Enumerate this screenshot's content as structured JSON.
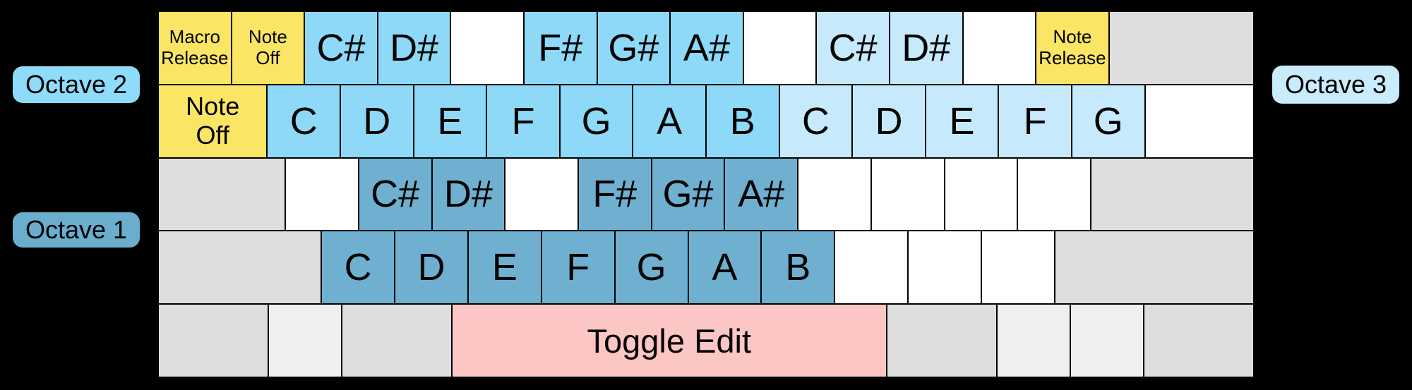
{
  "colors": {
    "background": "#000000",
    "key_border": "#000000",
    "text": "#000000",
    "macro_yellow": "#fbe564",
    "octave1_blue": "#6fb0d0",
    "octave2_blue": "#8dd9f7",
    "octave3_blue": "#c6eafb",
    "edit_pink": "#fcc6c5",
    "unused_gray": "#dedede",
    "unused_light_gray": "#efefef",
    "unmapped_white": "#ffffff",
    "octave1_label_bg": "#6aadcd",
    "octave2_label_bg": "#8edcf9",
    "octave3_label_bg": "#c9ecfc"
  },
  "labels": {
    "octave1": "Octave 1",
    "octave2": "Octave 2",
    "octave3": "Octave 3"
  },
  "keyboard": {
    "rows": [
      {
        "keys": [
          {
            "name": "key-macro-release",
            "label": "Macro\nRelease",
            "type": "macro",
            "w": 1,
            "fs": "small"
          },
          {
            "name": "key-note-off",
            "label": "Note\nOff",
            "type": "macro",
            "w": 1,
            "fs": "small"
          },
          {
            "name": "key-note-csharp-oct2",
            "label": "C#",
            "type": "oct2",
            "w": 1,
            "fs": "large"
          },
          {
            "name": "key-note-dsharp-oct2",
            "label": "D#",
            "type": "oct2",
            "w": 1,
            "fs": "large"
          },
          {
            "name": "key-unmapped",
            "label": "",
            "type": "blank",
            "w": 1
          },
          {
            "name": "key-note-fsharp-oct2",
            "label": "F#",
            "type": "oct2",
            "w": 1,
            "fs": "large"
          },
          {
            "name": "key-note-gsharp-oct2",
            "label": "G#",
            "type": "oct2",
            "w": 1,
            "fs": "large"
          },
          {
            "name": "key-note-asharp-oct2",
            "label": "A#",
            "type": "oct2",
            "w": 1,
            "fs": "large"
          },
          {
            "name": "key-unmapped",
            "label": "",
            "type": "blank",
            "w": 1
          },
          {
            "name": "key-note-csharp-oct3",
            "label": "C#",
            "type": "oct3",
            "w": 1,
            "fs": "large"
          },
          {
            "name": "key-note-dsharp-oct3",
            "label": "D#",
            "type": "oct3",
            "w": 1,
            "fs": "large"
          },
          {
            "name": "key-unmapped",
            "label": "",
            "type": "blank",
            "w": 1
          },
          {
            "name": "key-note-release",
            "label": "Note\nRelease",
            "type": "macro",
            "w": 1,
            "fs": "small"
          },
          {
            "name": "key-unused",
            "label": "",
            "type": "gray",
            "w": 2
          }
        ]
      },
      {
        "keys": [
          {
            "name": "key-note-off-tab",
            "label": "Note\nOff",
            "type": "macro",
            "w": 1.5,
            "fs": "medium"
          },
          {
            "name": "key-note-c-oct2",
            "label": "C",
            "type": "oct2",
            "w": 1,
            "fs": "large"
          },
          {
            "name": "key-note-d-oct2",
            "label": "D",
            "type": "oct2",
            "w": 1,
            "fs": "large"
          },
          {
            "name": "key-note-e-oct2",
            "label": "E",
            "type": "oct2",
            "w": 1,
            "fs": "large"
          },
          {
            "name": "key-note-f-oct2",
            "label": "F",
            "type": "oct2",
            "w": 1,
            "fs": "large"
          },
          {
            "name": "key-note-g-oct2",
            "label": "G",
            "type": "oct2",
            "w": 1,
            "fs": "large"
          },
          {
            "name": "key-note-a-oct2",
            "label": "A",
            "type": "oct2",
            "w": 1,
            "fs": "large"
          },
          {
            "name": "key-note-b-oct2",
            "label": "B",
            "type": "oct2",
            "w": 1,
            "fs": "large"
          },
          {
            "name": "key-note-c-oct3",
            "label": "C",
            "type": "oct3",
            "w": 1,
            "fs": "large"
          },
          {
            "name": "key-note-d-oct3",
            "label": "D",
            "type": "oct3",
            "w": 1,
            "fs": "large"
          },
          {
            "name": "key-note-e-oct3",
            "label": "E",
            "type": "oct3",
            "w": 1,
            "fs": "large"
          },
          {
            "name": "key-note-f-oct3",
            "label": "F",
            "type": "oct3",
            "w": 1,
            "fs": "large"
          },
          {
            "name": "key-note-g-oct3",
            "label": "G",
            "type": "oct3",
            "w": 1,
            "fs": "large"
          },
          {
            "name": "key-unmapped",
            "label": "",
            "type": "blank",
            "w": 1.5
          }
        ]
      },
      {
        "keys": [
          {
            "name": "key-unused",
            "label": "",
            "type": "gray",
            "w": 1.75
          },
          {
            "name": "key-unmapped",
            "label": "",
            "type": "blank",
            "w": 1
          },
          {
            "name": "key-note-csharp-oct1",
            "label": "C#",
            "type": "oct1",
            "w": 1,
            "fs": "large"
          },
          {
            "name": "key-note-dsharp-oct1",
            "label": "D#",
            "type": "oct1",
            "w": 1,
            "fs": "large"
          },
          {
            "name": "key-unmapped",
            "label": "",
            "type": "blank",
            "w": 1
          },
          {
            "name": "key-note-fsharp-oct1",
            "label": "F#",
            "type": "oct1",
            "w": 1,
            "fs": "large"
          },
          {
            "name": "key-note-gsharp-oct1",
            "label": "G#",
            "type": "oct1",
            "w": 1,
            "fs": "large"
          },
          {
            "name": "key-note-asharp-oct1",
            "label": "A#",
            "type": "oct1",
            "w": 1,
            "fs": "large"
          },
          {
            "name": "key-unmapped",
            "label": "",
            "type": "blank",
            "w": 1
          },
          {
            "name": "key-unmapped",
            "label": "",
            "type": "blank",
            "w": 1
          },
          {
            "name": "key-unmapped",
            "label": "",
            "type": "blank",
            "w": 1
          },
          {
            "name": "key-unmapped",
            "label": "",
            "type": "blank",
            "w": 1
          },
          {
            "name": "key-unused",
            "label": "",
            "type": "gray",
            "w": 2.25
          }
        ]
      },
      {
        "keys": [
          {
            "name": "key-unused",
            "label": "",
            "type": "gray",
            "w": 2.25
          },
          {
            "name": "key-note-c-oct1",
            "label": "C",
            "type": "oct1",
            "w": 1,
            "fs": "large"
          },
          {
            "name": "key-note-d-oct1",
            "label": "D",
            "type": "oct1",
            "w": 1,
            "fs": "large"
          },
          {
            "name": "key-note-e-oct1",
            "label": "E",
            "type": "oct1",
            "w": 1,
            "fs": "large"
          },
          {
            "name": "key-note-f-oct1",
            "label": "F",
            "type": "oct1",
            "w": 1,
            "fs": "large"
          },
          {
            "name": "key-note-g-oct1",
            "label": "G",
            "type": "oct1",
            "w": 1,
            "fs": "large"
          },
          {
            "name": "key-note-a-oct1",
            "label": "A",
            "type": "oct1",
            "w": 1,
            "fs": "large"
          },
          {
            "name": "key-note-b-oct1",
            "label": "B",
            "type": "oct1",
            "w": 1,
            "fs": "large"
          },
          {
            "name": "key-unmapped",
            "label": "",
            "type": "blank",
            "w": 1
          },
          {
            "name": "key-unmapped",
            "label": "",
            "type": "blank",
            "w": 1
          },
          {
            "name": "key-unmapped",
            "label": "",
            "type": "blank",
            "w": 1
          },
          {
            "name": "key-unused",
            "label": "",
            "type": "gray",
            "w": 2.75
          }
        ]
      },
      {
        "keys": [
          {
            "name": "key-unused",
            "label": "",
            "type": "gray",
            "w": 1.5
          },
          {
            "name": "key-unused",
            "label": "",
            "type": "lightgray",
            "w": 1
          },
          {
            "name": "key-unused",
            "label": "",
            "type": "gray",
            "w": 1.5
          },
          {
            "name": "key-toggle-edit",
            "label": "Toggle Edit",
            "type": "edit",
            "w": 6,
            "fs": "toggle"
          },
          {
            "name": "key-unused",
            "label": "",
            "type": "gray",
            "w": 1.5
          },
          {
            "name": "key-unused",
            "label": "",
            "type": "lightgray",
            "w": 1
          },
          {
            "name": "key-unused",
            "label": "",
            "type": "lightgray",
            "w": 1
          },
          {
            "name": "key-unused",
            "label": "",
            "type": "gray",
            "w": 1.5
          }
        ]
      }
    ]
  }
}
